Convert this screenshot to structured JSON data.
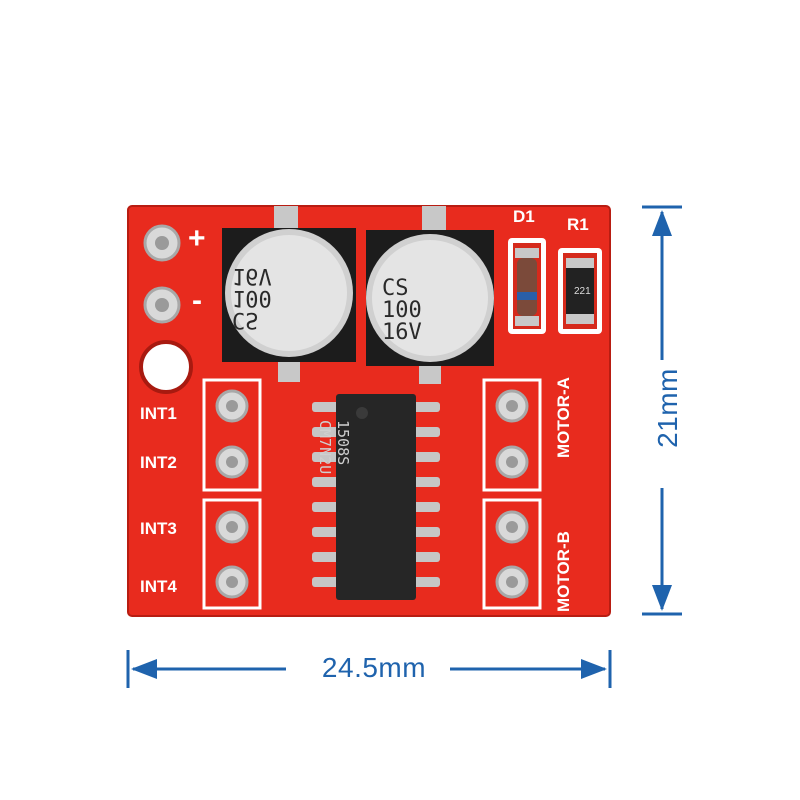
{
  "dimensions": {
    "width_label": "24.5mm",
    "height_label": "21mm"
  },
  "board": {
    "power_plus": "+",
    "power_minus": "-",
    "pins": [
      "INT1",
      "INT2",
      "INT3",
      "INT4"
    ],
    "motor_a": "MOTOR-A",
    "motor_b": "MOTOR-B",
    "diode_label": "D1",
    "resistor_label": "R1",
    "resistor_code": "221",
    "capacitor_1": "CS\n100\n16V",
    "capacitor_2": "CS\n100\n16V",
    "ic_marking": "1508S\nCM7N2U"
  },
  "colors": {
    "pcb": "#e82b1e",
    "dimension": "#1f63ad"
  }
}
